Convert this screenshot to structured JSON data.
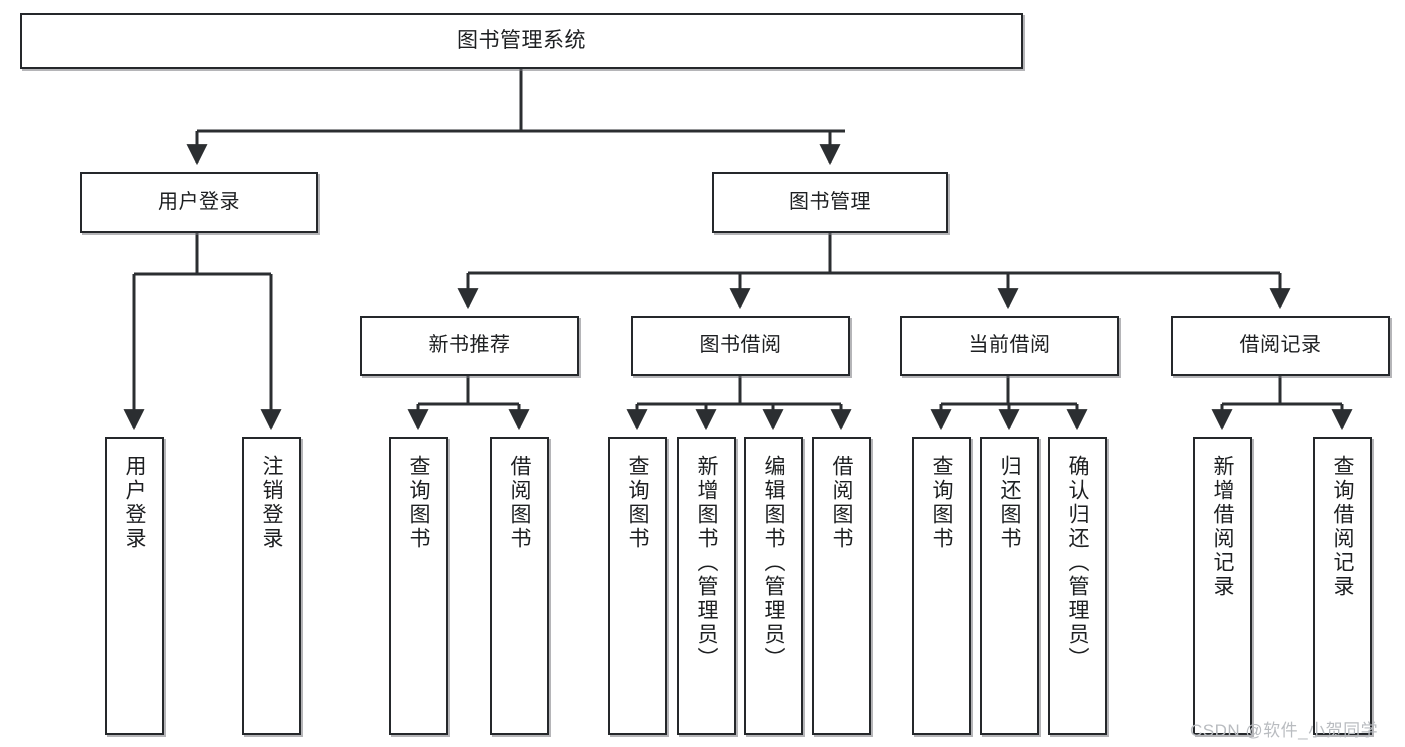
{
  "diagram": {
    "type": "tree-hierarchy",
    "title": "图书管理系统",
    "root": {
      "label": "图书管理系统"
    },
    "level2": [
      {
        "label": "用户登录"
      },
      {
        "label": "图书管理"
      }
    ],
    "level3": [
      {
        "label": "新书推荐"
      },
      {
        "label": "图书借阅"
      },
      {
        "label": "当前借阅"
      },
      {
        "label": "借阅记录"
      }
    ],
    "leaves": {
      "user_login": [
        {
          "label": "用户登录"
        },
        {
          "label": "注销登录"
        }
      ],
      "new_book_recommend": [
        {
          "label": "查询图书"
        },
        {
          "label": "借阅图书"
        }
      ],
      "book_borrow": [
        {
          "label": "查询图书"
        },
        {
          "label": "新增图书（管理员）"
        },
        {
          "label": "编辑图书（管理员）"
        },
        {
          "label": "借阅图书"
        }
      ],
      "current_borrow": [
        {
          "label": "查询图书"
        },
        {
          "label": "归还图书"
        },
        {
          "label": "确认归还（管理员）"
        }
      ],
      "borrow_record": [
        {
          "label": "新增借阅记录"
        },
        {
          "label": "查询借阅记录"
        }
      ]
    }
  },
  "watermark": {
    "text": "CSDN @软件_小贺同学"
  },
  "colors": {
    "border": "#25282b",
    "text": "#1d1f21",
    "background": "#ffffff",
    "watermark": "#b9bcc0"
  }
}
